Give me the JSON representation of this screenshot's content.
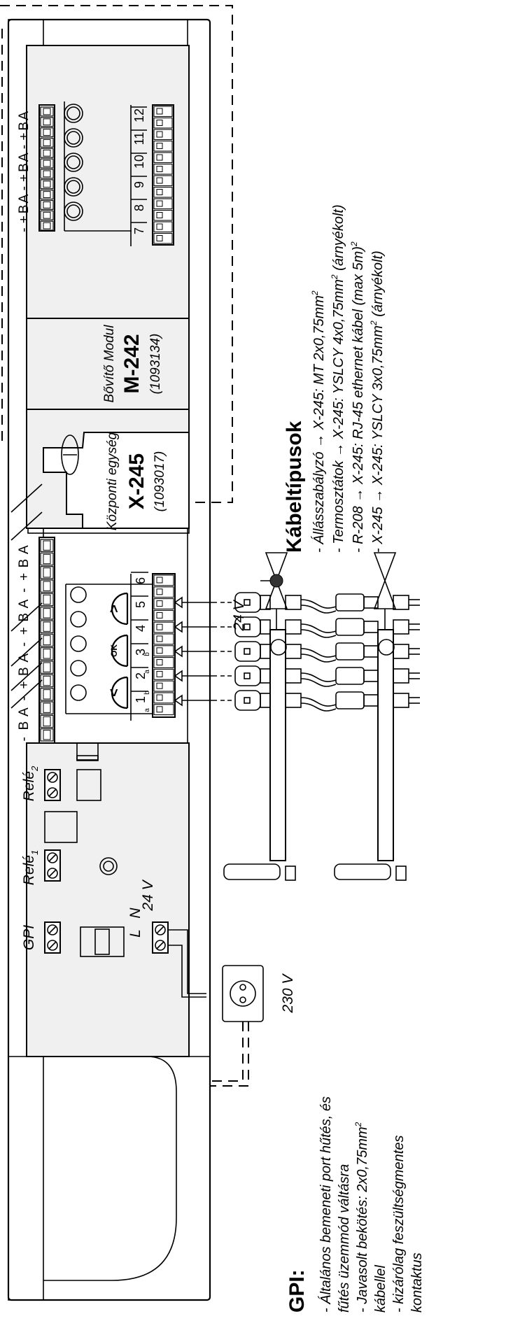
{
  "module": {
    "label": "Bővítő Modul",
    "model": "M-242",
    "code": "(1093134)",
    "bus_labels": [
      "A",
      "B",
      "+",
      "-",
      "A",
      "B",
      "+",
      "-",
      "A",
      "B",
      "+",
      "-"
    ],
    "terminal_numbers": [
      "7",
      "8",
      "9",
      "10",
      "11",
      "12"
    ]
  },
  "central": {
    "label": "Központi egység",
    "model": "X-245",
    "code": "(1093017)",
    "bus_labels": [
      "A",
      "B",
      "+",
      "-",
      "A",
      "B",
      "+",
      "-",
      "A",
      "B",
      "+",
      "-",
      "A",
      "B",
      "-"
    ],
    "terminal_numbers": [
      "1",
      "2",
      "3",
      "4",
      "5",
      "6"
    ],
    "ab_labels": [
      "a",
      "b",
      "a",
      "b"
    ],
    "button_symbols": [
      "<",
      "OK",
      ">"
    ]
  },
  "relays": {
    "gpi": "GPI",
    "rele1": "Relé",
    "rele1_sub": "1",
    "rele2": "Relé",
    "rele2_sub": "2",
    "l": "L",
    "n": "N",
    "v24": "24 V"
  },
  "supply": {
    "label": "230 V"
  },
  "manifold": {
    "voltage": "24 V"
  },
  "cables": {
    "title": "Kábeltípusok",
    "items": [
      "- Állásszabályzó → X-245: MT 2x0,75mm",
      "- Termosztátok → X-245: YSLCY 4x0,75mm",
      "- R-208 → X-245: RJ-45 ethernet kábel (max 5m)",
      "- X-245 → X-245: YSLCY 3x0,75mm"
    ],
    "item_suffixes": [
      "",
      " (árnyékolt)",
      "",
      " (árnyékolt)"
    ],
    "superscript": "2"
  },
  "gpi": {
    "title": "GPI:",
    "lines": [
      "- Általános bemeneti port hűtés, és",
      "fűtés üzemmód váltásra",
      "- Javasolt bekötés: 2x0,75mm",
      "kábellel",
      "- kizárólag feszültségmentes",
      "kontaktus"
    ],
    "superscript": "2"
  }
}
